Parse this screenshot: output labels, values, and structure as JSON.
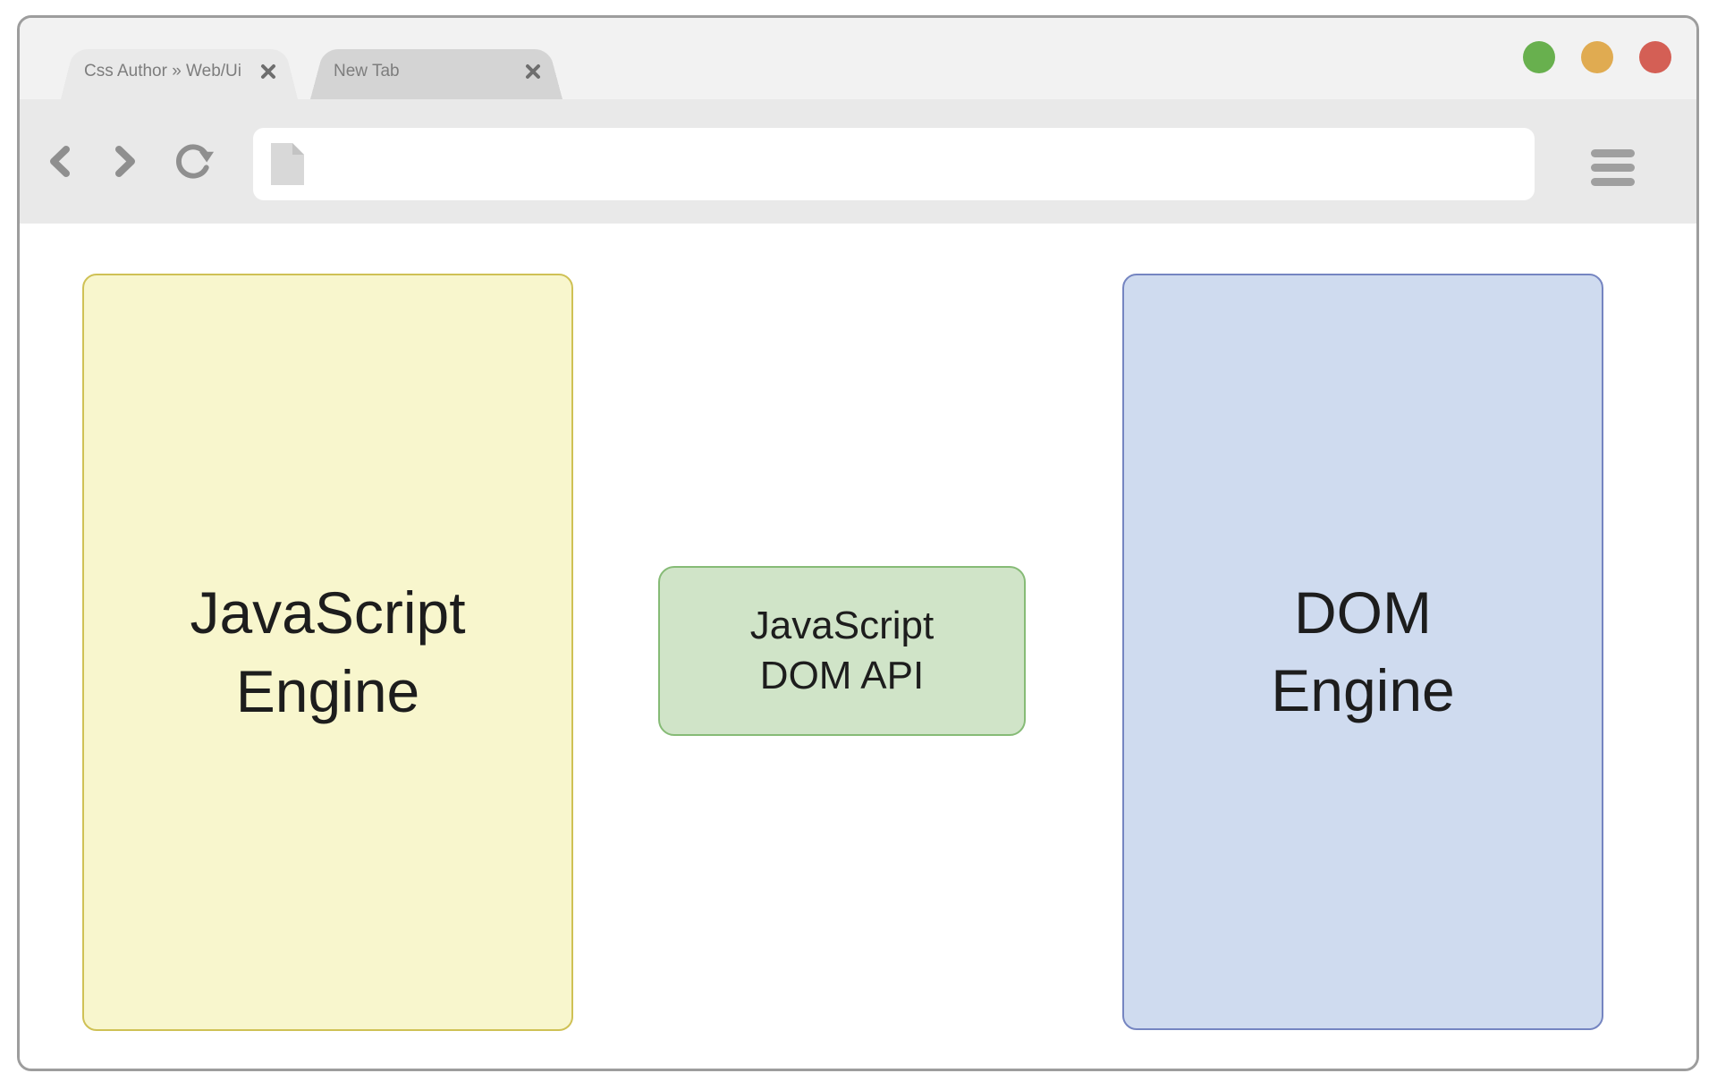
{
  "window": {
    "traffic_lights": {
      "green": "#68b04e",
      "yellow": "#e0ab51",
      "red": "#d45f55"
    }
  },
  "tab_bar": {
    "tabs": [
      {
        "label": "Css Author » Web/Ui"
      },
      {
        "label": "New Tab"
      }
    ]
  },
  "toolbar": {
    "address_bar": {
      "value": "",
      "placeholder": ""
    },
    "icons": [
      "back-icon",
      "forward-icon",
      "reload-icon",
      "document-icon",
      "hamburger-menu-icon"
    ]
  },
  "content": {
    "boxes": [
      {
        "id": "javascript-engine",
        "lines": [
          "JavaScript",
          "Engine"
        ],
        "fill": "#f8f6cd",
        "border": "#cfc155"
      },
      {
        "id": "javascript-dom-api",
        "lines": [
          "JavaScript",
          "DOM API"
        ],
        "fill": "#d0e4c8",
        "border": "#86bb76"
      },
      {
        "id": "dom-engine",
        "lines": [
          "DOM",
          "Engine"
        ],
        "fill": "#cfdbef",
        "border": "#7585c1"
      }
    ]
  }
}
